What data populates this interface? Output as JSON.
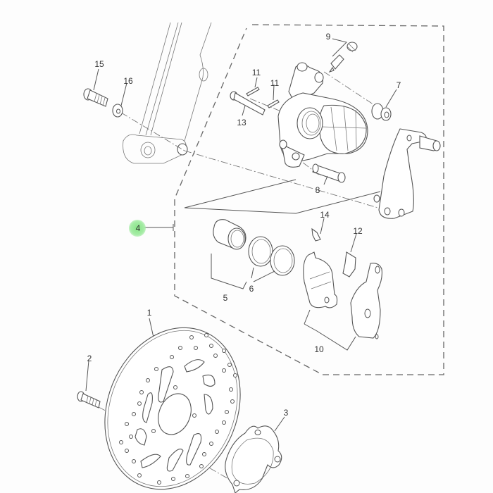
{
  "diagram": {
    "type": "exploded-parts-diagram",
    "subject": "front brake caliper and disc assembly",
    "highlight_color": "#8ee68e",
    "highlighted_callout": "4",
    "assembly_group": {
      "callout": "4",
      "contains": [
        "5",
        "6",
        "7",
        "8",
        "9",
        "10",
        "11",
        "12",
        "13",
        "14"
      ]
    },
    "callouts": [
      {
        "id": "1",
        "label": "1",
        "part": "brake-disc"
      },
      {
        "id": "2",
        "label": "2",
        "part": "disc-bolt"
      },
      {
        "id": "3",
        "label": "3",
        "part": "disc-spacer-plate"
      },
      {
        "id": "4",
        "label": "4",
        "part": "caliper-assembly"
      },
      {
        "id": "5",
        "label": "5",
        "part": "piston"
      },
      {
        "id": "6",
        "label": "6",
        "part": "piston-seal-kit"
      },
      {
        "id": "7",
        "label": "7",
        "part": "boot"
      },
      {
        "id": "8",
        "label": "8",
        "part": "slide-pin"
      },
      {
        "id": "9",
        "label": "9",
        "part": "bleed-screw-set"
      },
      {
        "id": "10",
        "label": "10",
        "part": "brake-pad-kit"
      },
      {
        "id": "11a",
        "label": "11",
        "part": "pad-clip"
      },
      {
        "id": "11b",
        "label": "11",
        "part": "pad-clip"
      },
      {
        "id": "12",
        "label": "12",
        "part": "pad-spring"
      },
      {
        "id": "13",
        "label": "13",
        "part": "pad-pin"
      },
      {
        "id": "14",
        "label": "14",
        "part": "pad-support"
      },
      {
        "id": "15",
        "label": "15",
        "part": "caliper-bolt"
      },
      {
        "id": "16",
        "label": "16",
        "part": "washer"
      }
    ]
  }
}
